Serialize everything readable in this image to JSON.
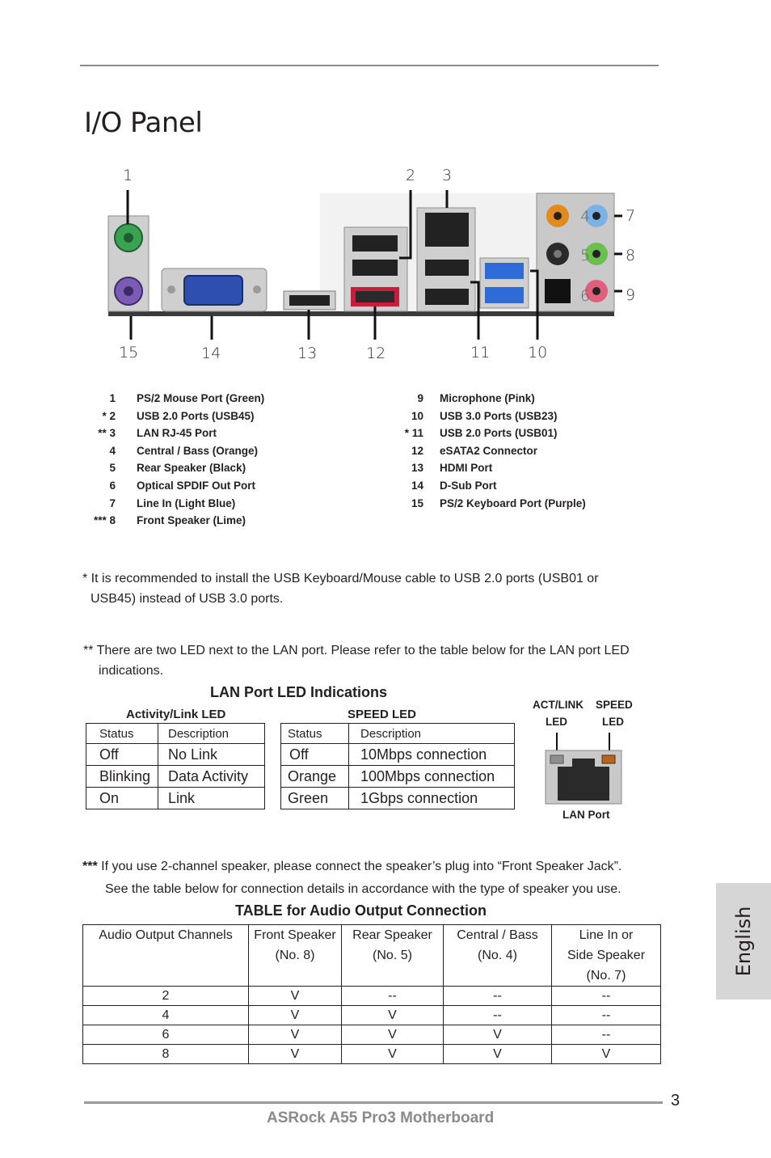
{
  "page": {
    "title": "I/O Panel",
    "page_number": "3",
    "footer": "ASRock  A55 Pro3  Motherboard",
    "side_tab": "English"
  },
  "diagram": {
    "top_numbers": [
      "1",
      "2",
      "3"
    ],
    "right_numbers": [
      "7",
      "8",
      "9"
    ],
    "inner_numbers": [
      "4",
      "5",
      "6"
    ],
    "bottom_numbers": [
      "15",
      "14",
      "13",
      "12",
      "11",
      "10"
    ]
  },
  "legend": {
    "left": [
      {
        "num": "1",
        "label": "PS/2  Mouse  Port  (Green)"
      },
      {
        "num": "* 2",
        "label": "USB 2.0  Ports  (USB45)"
      },
      {
        "num": "** 3",
        "label": "LAN  RJ-45  Port"
      },
      {
        "num": "4",
        "label": "Central / Bass  (Orange)"
      },
      {
        "num": "5",
        "label": "Rear  Speaker  (Black)"
      },
      {
        "num": "6",
        "label": "Optical  SPDIF  Out  Port"
      },
      {
        "num": "7",
        "label": "Line  In  (Light  Blue)"
      },
      {
        "num": "*** 8",
        "label": "Front  Speaker  (Lime)"
      }
    ],
    "right": [
      {
        "num": "9",
        "label": "Microphone  (Pink)"
      },
      {
        "num": "10",
        "label": "USB 3.0  Ports  (USB23)"
      },
      {
        "num": "* 11",
        "label": "USB 2.0  Ports  (USB01)"
      },
      {
        "num": "12",
        "label": "eSATA2  Connector"
      },
      {
        "num": "13",
        "label": "HDMI  Port"
      },
      {
        "num": "14",
        "label": "D-Sub  Port"
      },
      {
        "num": "15",
        "label": "PS/2  Keyboard  Port  (Purple)"
      }
    ]
  },
  "notes": {
    "usb_line1": "* It is recommended to install the USB Keyboard/Mouse cable to USB 2.0 ports (USB01 or",
    "usb_line2": "USB45) instead of USB 3.0 ports.",
    "lan_line1": "** There are two LED next to the LAN port. Please refer to the table below for the LAN port LED",
    "lan_line2": "indications.",
    "speaker_marker": "***",
    "speaker_line1": " If you use 2-channel speaker, please connect the speaker’s plug into “Front Speaker Jack”.",
    "speaker_line2": "See the table below for connection details in accordance with the type of speaker you use."
  },
  "lan": {
    "title": "LAN Port LED Indications",
    "activity": {
      "caption": "Activity/Link LED",
      "headers": [
        "Status",
        "Description"
      ],
      "rows": [
        [
          "Off",
          "No Link"
        ],
        [
          "Blinking",
          "Data Activity"
        ],
        [
          "On",
          "Link"
        ]
      ]
    },
    "speed": {
      "caption": "SPEED LED",
      "headers": [
        "Status",
        "Description"
      ],
      "rows": [
        [
          "Off",
          "10Mbps connection"
        ],
        [
          "Orange",
          "100Mbps connection"
        ],
        [
          "Green",
          "1Gbps connection"
        ]
      ]
    },
    "figure": {
      "act_label_1": "ACT/LINK",
      "act_label_2": "LED",
      "speed_label_1": "SPEED",
      "speed_label_2": "LED",
      "caption": "LAN Port"
    }
  },
  "audio": {
    "title": "TABLE for Audio Output  Connection",
    "headers": [
      [
        "Audio Output Channels",
        "",
        ""
      ],
      [
        "Front Speaker",
        "(No. 8)",
        ""
      ],
      [
        "Rear Speaker",
        "(No. 5)",
        ""
      ],
      [
        "Central / Bass",
        "(No. 4)",
        ""
      ],
      [
        "Line In or",
        "Side Speaker",
        "(No. 7)"
      ]
    ],
    "rows": [
      [
        "2",
        "V",
        "--",
        "--",
        "--"
      ],
      [
        "4",
        "V",
        "V",
        "--",
        "--"
      ],
      [
        "6",
        "V",
        "V",
        "V",
        "--"
      ],
      [
        "8",
        "V",
        "V",
        "V",
        "V"
      ]
    ]
  }
}
